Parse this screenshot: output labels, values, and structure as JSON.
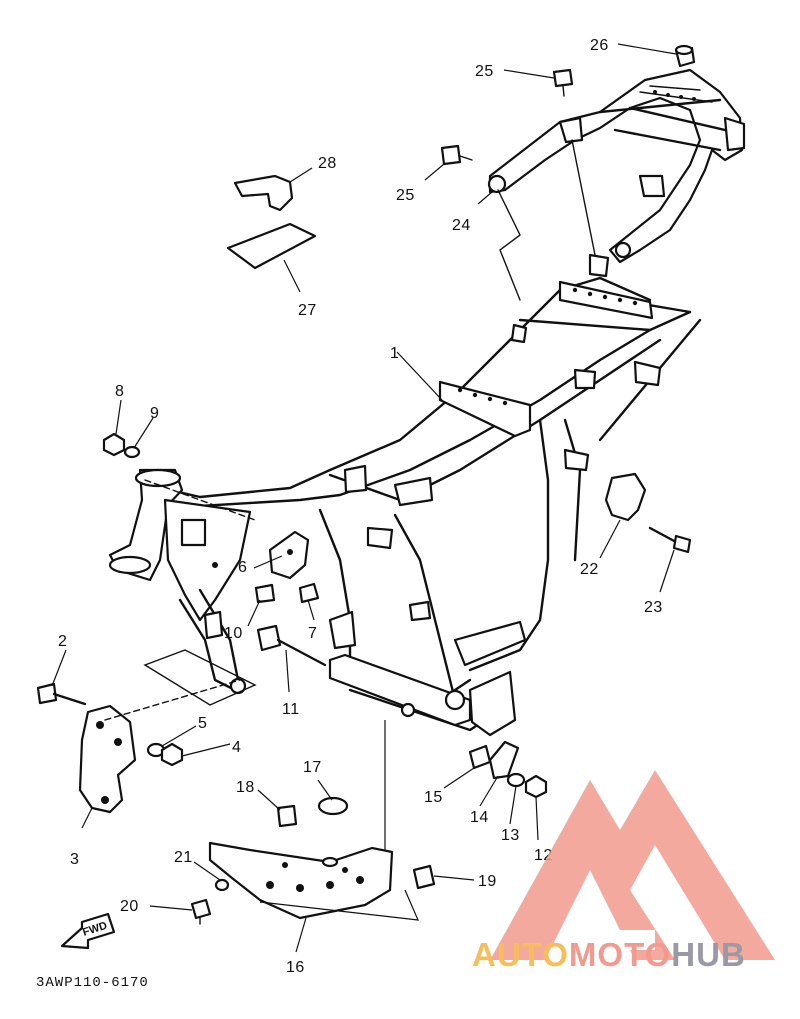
{
  "diagram": {
    "drawing_code": "3AWP110-6170",
    "fwd_label": "FWD",
    "callouts": [
      {
        "id": "1",
        "label": "1"
      },
      {
        "id": "2",
        "label": "2"
      },
      {
        "id": "3",
        "label": "3"
      },
      {
        "id": "4",
        "label": "4"
      },
      {
        "id": "5",
        "label": "5"
      },
      {
        "id": "6",
        "label": "6"
      },
      {
        "id": "7",
        "label": "7"
      },
      {
        "id": "8",
        "label": "8"
      },
      {
        "id": "9",
        "label": "9"
      },
      {
        "id": "10",
        "label": "10"
      },
      {
        "id": "11",
        "label": "11"
      },
      {
        "id": "12",
        "label": "12"
      },
      {
        "id": "13",
        "label": "13"
      },
      {
        "id": "14",
        "label": "14"
      },
      {
        "id": "15",
        "label": "15"
      },
      {
        "id": "16",
        "label": "16"
      },
      {
        "id": "17",
        "label": "17"
      },
      {
        "id": "18",
        "label": "18"
      },
      {
        "id": "19",
        "label": "19"
      },
      {
        "id": "20",
        "label": "20"
      },
      {
        "id": "21",
        "label": "21"
      },
      {
        "id": "22",
        "label": "22"
      },
      {
        "id": "23",
        "label": "23"
      },
      {
        "id": "24",
        "label": "24"
      },
      {
        "id": "25a",
        "label": "25"
      },
      {
        "id": "25b",
        "label": "25"
      },
      {
        "id": "26",
        "label": "26"
      },
      {
        "id": "27",
        "label": "27"
      },
      {
        "id": "28",
        "label": "28"
      }
    ]
  },
  "watermark": {
    "part1": "AUTO",
    "part2": "MOTO",
    "part3": "HUB",
    "colors": {
      "orange": "#f6bd58",
      "red": "#f29a8e",
      "gray": "#9a9aa6"
    }
  }
}
